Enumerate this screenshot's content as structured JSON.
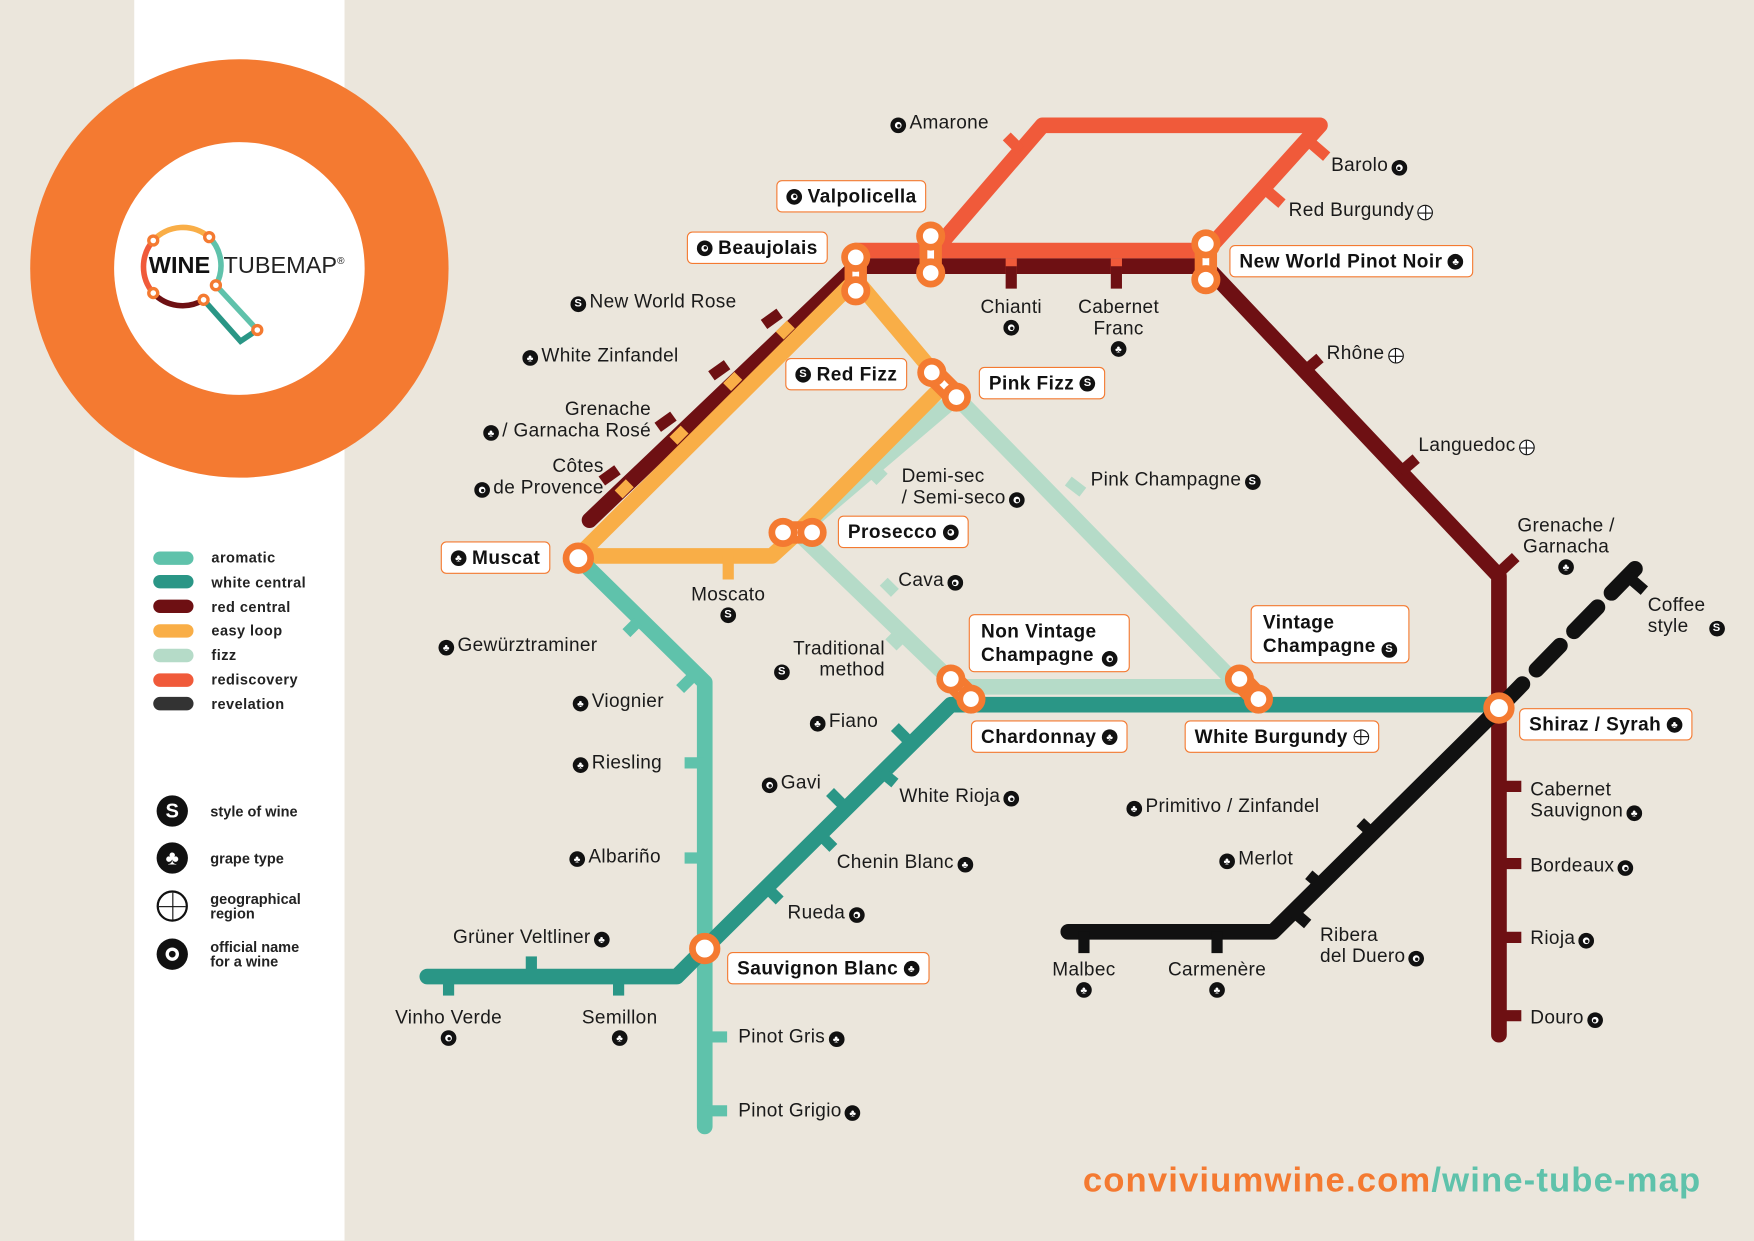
{
  "logo": {
    "word1": "WINE",
    "word2": "TUBEMAP",
    "mark": "®"
  },
  "legend": {
    "lines": [
      {
        "label": "aromatic",
        "color": "#5fc2ab"
      },
      {
        "label": "white central",
        "color": "#2a9686"
      },
      {
        "label": "red central",
        "color": "#6e1013"
      },
      {
        "label": "easy loop",
        "color": "#f9ae47"
      },
      {
        "label": "fizz",
        "color": "#b5dbc8"
      },
      {
        "label": "rediscovery",
        "color": "#f05a3a"
      },
      {
        "label": "revelation",
        "color": "#333333"
      }
    ],
    "symbols": [
      {
        "label": "style of wine",
        "icon": "style"
      },
      {
        "label": "grape type",
        "icon": "grape"
      },
      {
        "label": "geographical\nregion",
        "icon": "globe"
      },
      {
        "label": "official name\nfor a wine",
        "icon": "official"
      }
    ]
  },
  "colors": {
    "accent": "#f47a31",
    "background": "#ebe6dc"
  },
  "interchanges": {
    "valpolicella": {
      "name": "Valpolicella",
      "icon": "official"
    },
    "beaujolais": {
      "name": "Beaujolais",
      "icon": "official"
    },
    "red_fizz": {
      "name": "Red Fizz",
      "icon": "style"
    },
    "pink_fizz": {
      "name": "Pink Fizz",
      "icon": "style"
    },
    "prosecco": {
      "name": "Prosecco",
      "icon": "official"
    },
    "muscat": {
      "name": "Muscat",
      "icon": "grape"
    },
    "nw_pinot_noir": {
      "name": "New World Pinot Noir",
      "icon": "grape"
    },
    "nv_champagne": {
      "name": "Non Vintage\nChampagne",
      "icon": "official"
    },
    "vintage_champagne": {
      "name": "Vintage\nChampagne",
      "icon": "style"
    },
    "chardonnay": {
      "name": "Chardonnay",
      "icon": "grape"
    },
    "white_burgundy": {
      "name": "White Burgundy",
      "icon": "globe"
    },
    "shiraz": {
      "name": "Shiraz / Syrah",
      "icon": "grape"
    },
    "sauvignon_blanc": {
      "name": "Sauvignon Blanc",
      "icon": "grape"
    }
  },
  "stations": {
    "amarone": {
      "name": "Amarone",
      "icon": "official"
    },
    "barolo": {
      "name": "Barolo",
      "icon": "official"
    },
    "red_burgundy": {
      "name": "Red Burgundy",
      "icon": "globe"
    },
    "chianti": {
      "name": "Chianti",
      "icon": "official"
    },
    "cab_franc": {
      "name": "Cabernet\nFranc",
      "icon": "grape"
    },
    "rhone": {
      "name": "Rhône",
      "icon": "globe"
    },
    "languedoc": {
      "name": "Languedoc",
      "icon": "globe"
    },
    "grenache": {
      "name": "Grenache /\nGarnacha",
      "icon": "grape"
    },
    "coffee": {
      "name": "Coffee\nstyle",
      "icon": "style"
    },
    "pink_champagne": {
      "name": "Pink Champagne",
      "icon": "style"
    },
    "demi_sec": {
      "name": "Demi-sec\n/ Semi-seco",
      "icon": "official"
    },
    "cava": {
      "name": "Cava",
      "icon": "official"
    },
    "traditional": {
      "name": "Traditional\nmethod",
      "icon": "style"
    },
    "moscato": {
      "name": "Moscato",
      "icon": "style"
    },
    "nw_rose": {
      "name": "New World Rose",
      "icon": "style"
    },
    "white_zin": {
      "name": "White Zinfandel",
      "icon": "grape"
    },
    "grenache_rose": {
      "name": "Grenache\n/ Garnacha Rosé",
      "icon": "grape"
    },
    "cotes": {
      "name": "Côtes\nde Provence",
      "icon": "official"
    },
    "gewurz": {
      "name": "Gewürztraminer",
      "icon": "grape"
    },
    "viognier": {
      "name": "Viognier",
      "icon": "grape"
    },
    "riesling": {
      "name": "Riesling",
      "icon": "grape"
    },
    "albarino": {
      "name": "Albariño",
      "icon": "grape"
    },
    "gruner": {
      "name": "Grüner Veltliner",
      "icon": "grape"
    },
    "vinho_verde": {
      "name": "Vinho Verde",
      "icon": "official"
    },
    "semillon": {
      "name": "Semillon",
      "icon": "grape"
    },
    "pinot_gris": {
      "name": "Pinot Gris",
      "icon": "grape"
    },
    "pinot_grigio": {
      "name": "Pinot Grigio",
      "icon": "grape"
    },
    "fiano": {
      "name": "Fiano",
      "icon": "grape"
    },
    "gavi": {
      "name": "Gavi",
      "icon": "official"
    },
    "white_rioja": {
      "name": "White Rioja",
      "icon": "official"
    },
    "chenin": {
      "name": "Chenin Blanc",
      "icon": "grape"
    },
    "rueda": {
      "name": "Rueda",
      "icon": "official"
    },
    "primitivo": {
      "name": "Primitivo / Zinfandel",
      "icon": "grape"
    },
    "merlot": {
      "name": "Merlot",
      "icon": "grape"
    },
    "ribera": {
      "name": "Ribera\ndel Duero",
      "icon": "official"
    },
    "malbec": {
      "name": "Malbec",
      "icon": "grape"
    },
    "carmenere": {
      "name": "Carmenère",
      "icon": "grape"
    },
    "cab_sauv": {
      "name": "Cabernet\nSauvignon",
      "icon": "grape"
    },
    "bordeaux": {
      "name": "Bordeaux",
      "icon": "official"
    },
    "rioja": {
      "name": "Rioja",
      "icon": "official"
    },
    "douro": {
      "name": "Douro",
      "icon": "official"
    }
  },
  "footer": {
    "domain": "conviviumwine.com",
    "path": "/wine-tube-map"
  }
}
